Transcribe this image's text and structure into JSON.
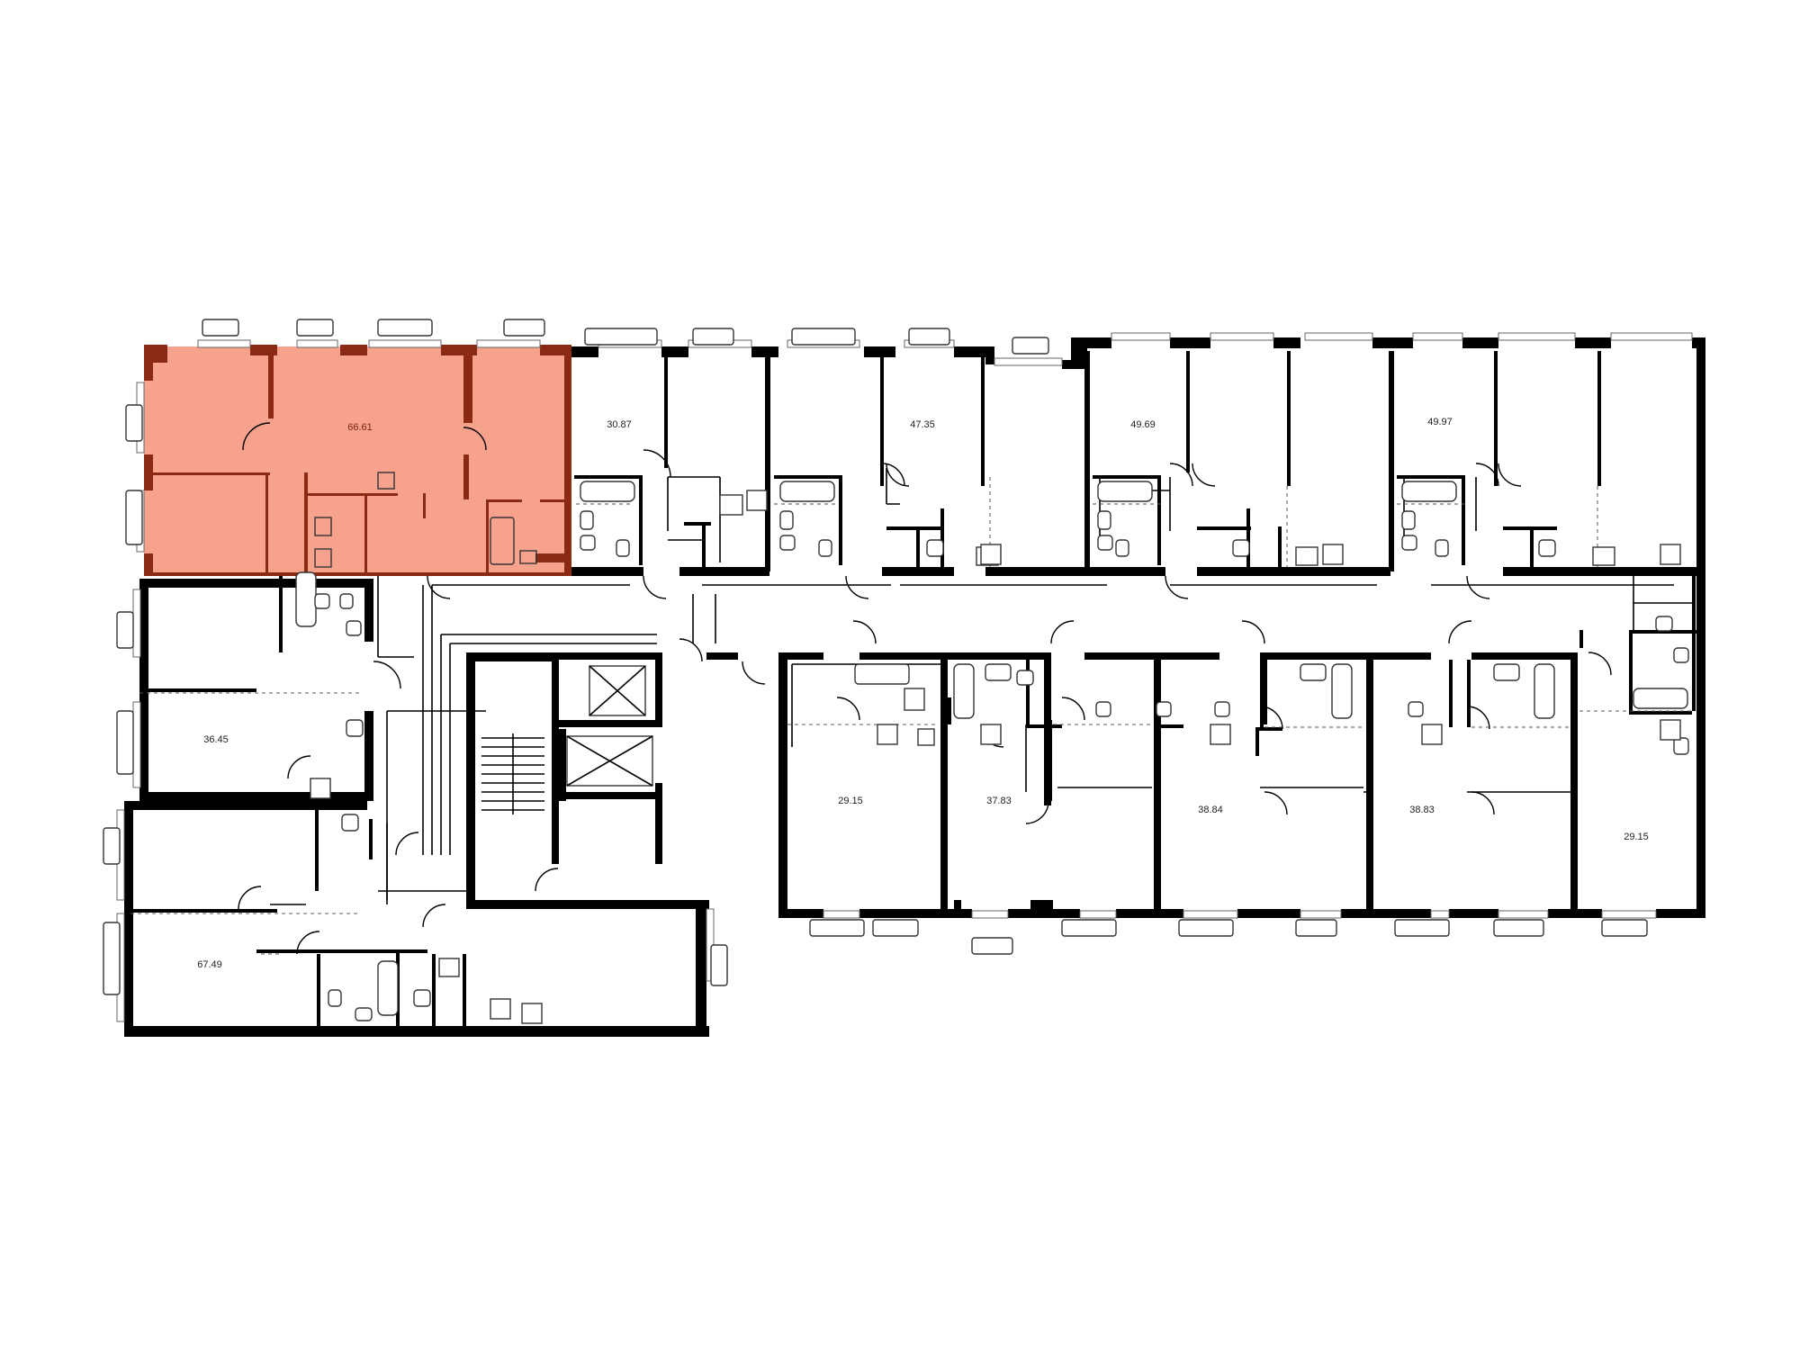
{
  "colors": {
    "highlight_fill": "#f7a28d",
    "highlight_wall": "#8b2a14",
    "wall": "#000000",
    "background": "#ffffff"
  },
  "highlighted_unit": "66.61",
  "units": [
    {
      "id": "u1",
      "area": "66.61",
      "highlighted": true
    },
    {
      "id": "u2",
      "area": "30.87"
    },
    {
      "id": "u3",
      "area": "47.35"
    },
    {
      "id": "u4",
      "area": "49.69"
    },
    {
      "id": "u5",
      "area": "49.97"
    },
    {
      "id": "u6",
      "area": "36.45"
    },
    {
      "id": "u7",
      "area": "67.49"
    },
    {
      "id": "u8",
      "area": "29.15"
    },
    {
      "id": "u9",
      "area": "37.83"
    },
    {
      "id": "u10",
      "area": "38.84"
    },
    {
      "id": "u11",
      "area": "38.83"
    },
    {
      "id": "u12",
      "area": "29.15"
    }
  ]
}
